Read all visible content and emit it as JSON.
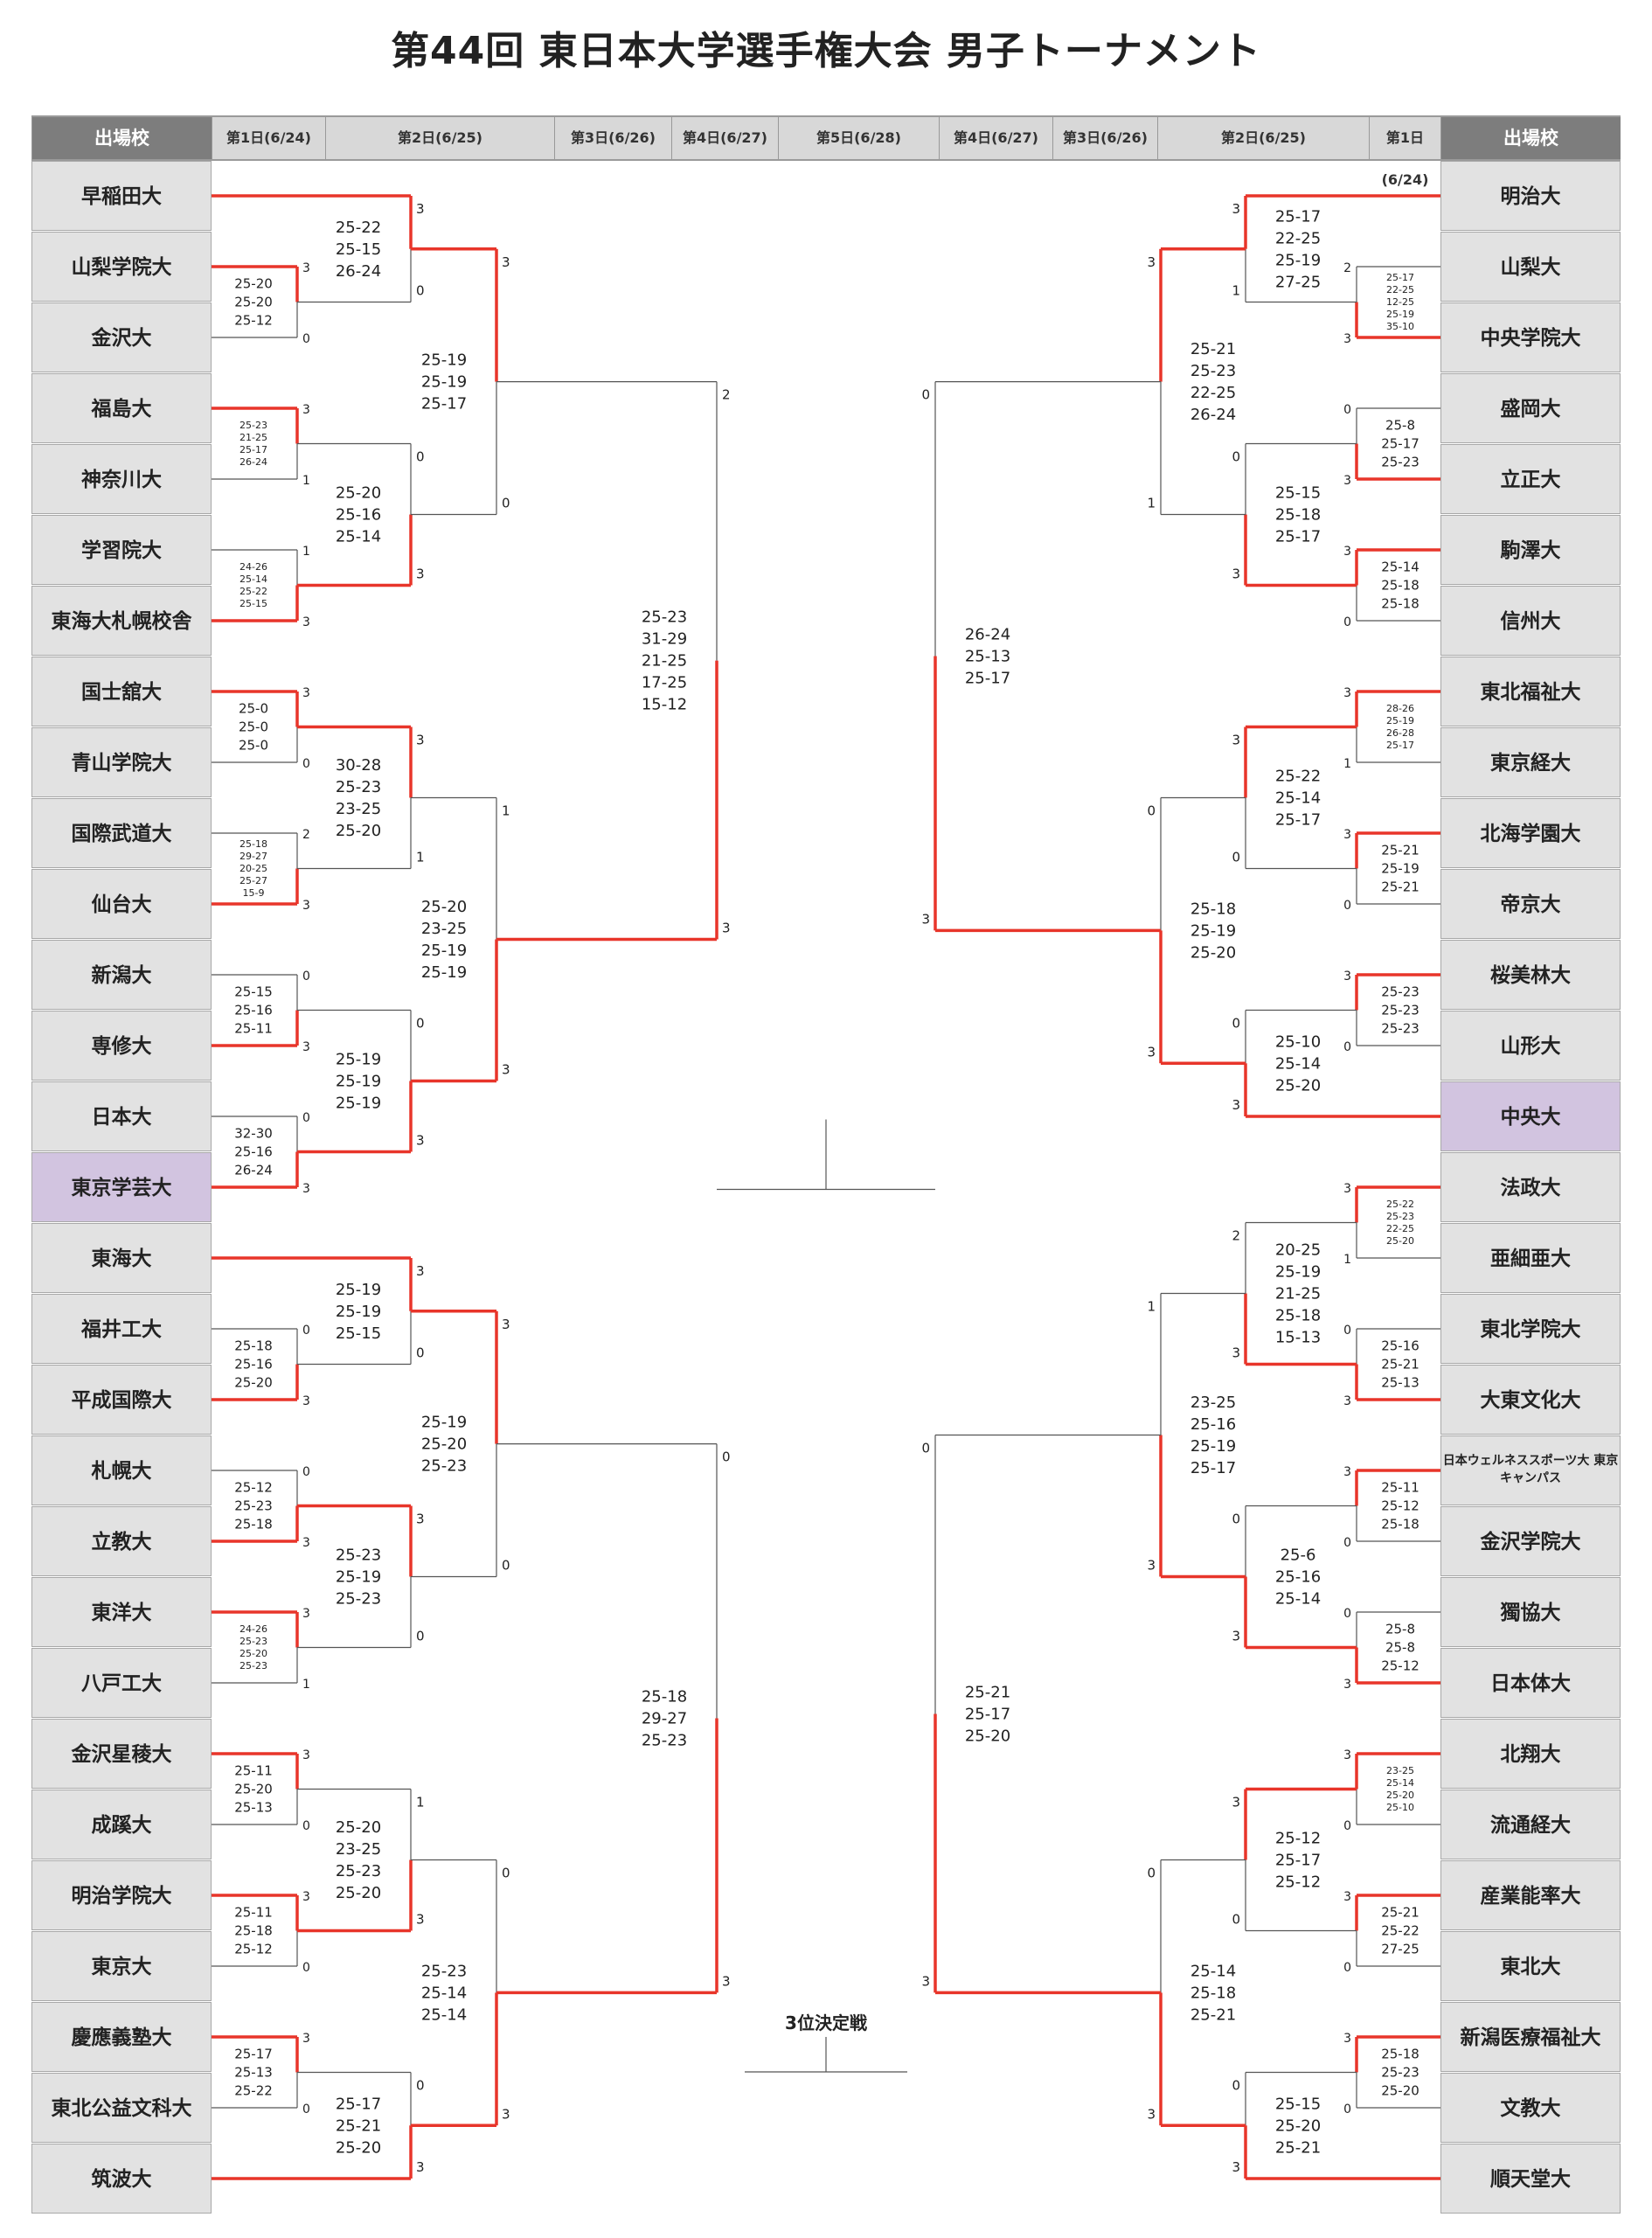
{
  "title": "第44回 東日本大学選手権大会 男子トーナメント",
  "header": {
    "side_label": "出場校",
    "left_days": [
      "第1日(6/24)",
      "第2日(6/25)",
      "第3日(6/26)",
      "第4日(6/27)"
    ],
    "center_day": "第5日(6/28)",
    "right_days": [
      "第4日(6/27)",
      "第3日(6/26)",
      "第2日(6/25)",
      "第1日(6/24)"
    ]
  },
  "third_place_label": "3位決定戦",
  "colors": {
    "winner_line": "#e8352a",
    "loser_line": "#555555",
    "highlight": "#d2c4e0",
    "team_bg": "#e2e2e2"
  },
  "left_teams": [
    "早稲田大",
    "山梨学院大",
    "金沢大",
    "福島大",
    "神奈川大",
    "学習院大",
    "東海大札幌校舎",
    "国士舘大",
    "青山学院大",
    "国際武道大",
    "仙台大",
    "新潟大",
    "専修大",
    "日本大",
    "東京学芸大",
    "東海大",
    "福井工大",
    "平成国際大",
    "札幌大",
    "立教大",
    "東洋大",
    "八戸工大",
    "金沢星稜大",
    "成蹊大",
    "明治学院大",
    "東京大",
    "慶應義塾大",
    "東北公益文科大",
    "筑波大"
  ],
  "right_teams": [
    "明治大",
    "山梨大",
    "中央学院大",
    "盛岡大",
    "立正大",
    "駒澤大",
    "信州大",
    "東北福祉大",
    "東京経大",
    "北海学園大",
    "帝京大",
    "桜美林大",
    "山形大",
    "中央大",
    "法政大",
    "亜細亜大",
    "東北学院大",
    "大東文化大",
    "日本ウェルネススポーツ大 東京キャンパス",
    "金沢学院大",
    "獨協大",
    "日本体大",
    "北翔大",
    "流通経大",
    "産業能率大",
    "東北大",
    "新潟医療福祉大",
    "文教大",
    "順天堂大"
  ],
  "highlighted": {
    "left": [
      "東京学芸大"
    ],
    "right": [
      "中央大"
    ]
  },
  "left_r1": [
    {
      "a": 1,
      "b": 2,
      "sa": "3",
      "sb": "0",
      "scores": [
        "25-20",
        "25-20",
        "25-12"
      ]
    },
    {
      "a": 3,
      "b": 4,
      "sa": "3",
      "sb": "1",
      "scores": [
        "25-23",
        "21-25",
        "25-17",
        "26-24"
      ]
    },
    {
      "a": 5,
      "b": 6,
      "sa": "1",
      "sb": "3",
      "scores": [
        "24-26",
        "25-14",
        "25-22",
        "25-15"
      ]
    },
    {
      "a": 7,
      "b": 8,
      "sa": "3",
      "sb": "0",
      "scores": [
        "25-0",
        "25-0",
        "25-0"
      ]
    },
    {
      "a": 9,
      "b": 10,
      "sa": "2",
      "sb": "3",
      "scores": [
        "25-18",
        "29-27",
        "20-25",
        "25-27",
        "15-9"
      ]
    },
    {
      "a": 11,
      "b": 12,
      "sa": "0",
      "sb": "3",
      "scores": [
        "25-15",
        "25-16",
        "25-11"
      ]
    },
    {
      "a": 13,
      "b": 14,
      "sa": "0",
      "sb": "3",
      "scores": [
        "32-30",
        "25-16",
        "26-24"
      ]
    },
    {
      "a": 16,
      "b": 17,
      "sa": "0",
      "sb": "3",
      "scores": [
        "25-18",
        "25-16",
        "25-20"
      ]
    },
    {
      "a": 18,
      "b": 19,
      "sa": "0",
      "sb": "3",
      "scores": [
        "25-12",
        "25-23",
        "25-18"
      ]
    },
    {
      "a": 20,
      "b": 21,
      "sa": "3",
      "sb": "1",
      "scores": [
        "24-26",
        "25-23",
        "25-20",
        "25-23"
      ]
    },
    {
      "a": 22,
      "b": 23,
      "sa": "3",
      "sb": "0",
      "scores": [
        "25-11",
        "25-20",
        "25-13"
      ]
    },
    {
      "a": 24,
      "b": 25,
      "sa": "3",
      "sb": "0",
      "scores": [
        "25-11",
        "25-18",
        "25-12"
      ]
    },
    {
      "a": 26,
      "b": 27,
      "sa": "3",
      "sb": "0",
      "scores": [
        "25-17",
        "25-13",
        "25-22"
      ]
    }
  ],
  "left_r2": [
    {
      "sa": "3",
      "sb": "0",
      "scores": [
        "25-22",
        "25-15",
        "26-24"
      ]
    },
    {
      "sa": "0",
      "sb": "3",
      "scores": [
        "25-20",
        "25-16",
        "25-14"
      ]
    },
    {
      "sa": "3",
      "sb": "1",
      "scores": [
        "30-28",
        "25-23",
        "23-25",
        "25-20"
      ]
    },
    {
      "sa": "0",
      "sb": "3",
      "scores": [
        "25-19",
        "25-19",
        "25-19"
      ]
    },
    {
      "sa": "3",
      "sb": "0",
      "scores": [
        "25-19",
        "25-19",
        "25-15"
      ]
    },
    {
      "sa": "3",
      "sb": "0",
      "scores": [
        "25-23",
        "25-19",
        "25-23"
      ]
    },
    {
      "sa": "1",
      "sb": "3",
      "scores": [
        "25-20",
        "23-25",
        "25-23",
        "25-20"
      ]
    },
    {
      "sa": "0",
      "sb": "3",
      "scores": [
        "25-17",
        "25-21",
        "25-20"
      ]
    }
  ],
  "left_r3": [
    {
      "sa": "3",
      "sb": "0",
      "scores": [
        "25-19",
        "25-19",
        "25-17"
      ]
    },
    {
      "sa": "1",
      "sb": "3",
      "scores": [
        "25-20",
        "23-25",
        "25-19",
        "25-19"
      ]
    },
    {
      "sa": "3",
      "sb": "0",
      "scores": [
        "25-19",
        "25-20",
        "25-23"
      ]
    },
    {
      "sa": "0",
      "sb": "3",
      "scores": [
        "25-23",
        "25-14",
        "25-14"
      ]
    }
  ],
  "left_r4": [
    {
      "sa": "2",
      "sb": "3",
      "scores": [
        "25-23",
        "31-29",
        "21-25",
        "17-25",
        "15-12"
      ]
    },
    {
      "sa": "0",
      "sb": "3",
      "scores": [
        "25-18",
        "29-27",
        "25-23"
      ]
    }
  ],
  "right_r1": [
    {
      "a": 1,
      "b": 2,
      "sa": "2",
      "sb": "3",
      "scores": [
        "25-17",
        "22-25",
        "12-25",
        "25-19",
        "35-10"
      ]
    },
    {
      "a": 3,
      "b": 4,
      "sa": "0",
      "sb": "3",
      "scores": [
        "25-8",
        "25-17",
        "25-23"
      ]
    },
    {
      "a": 5,
      "b": 6,
      "sa": "3",
      "sb": "0",
      "scores": [
        "25-14",
        "25-18",
        "25-18"
      ]
    },
    {
      "a": 7,
      "b": 8,
      "sa": "3",
      "sb": "1",
      "scores": [
        "28-26",
        "25-19",
        "26-28",
        "25-17"
      ]
    },
    {
      "a": 9,
      "b": 10,
      "sa": "3",
      "sb": "0",
      "scores": [
        "25-21",
        "25-19",
        "25-21"
      ]
    },
    {
      "a": 11,
      "b": 12,
      "sa": "3",
      "sb": "0",
      "scores": [
        "25-23",
        "25-23",
        "25-23"
      ]
    },
    {
      "a": 14,
      "b": 15,
      "sa": "3",
      "sb": "1",
      "scores": [
        "25-22",
        "25-23",
        "22-25",
        "25-20"
      ]
    },
    {
      "a": 16,
      "b": 17,
      "sa": "0",
      "sb": "3",
      "scores": [
        "25-16",
        "25-21",
        "25-13"
      ]
    },
    {
      "a": 18,
      "b": 19,
      "sa": "3",
      "sb": "0",
      "scores": [
        "25-11",
        "25-12",
        "25-18"
      ]
    },
    {
      "a": 20,
      "b": 21,
      "sa": "0",
      "sb": "3",
      "scores": [
        "25-8",
        "25-8",
        "25-12"
      ]
    },
    {
      "a": 22,
      "b": 23,
      "sa": "3",
      "sb": "0",
      "scores": [
        "23-25",
        "25-14",
        "25-20",
        "25-10"
      ]
    },
    {
      "a": 24,
      "b": 25,
      "sa": "3",
      "sb": "0",
      "scores": [
        "25-21",
        "25-22",
        "27-25"
      ]
    },
    {
      "a": 26,
      "b": 27,
      "sa": "3",
      "sb": "0",
      "scores": [
        "25-18",
        "25-23",
        "25-20"
      ]
    }
  ],
  "right_r2": [
    {
      "sa": "3",
      "sb": "1",
      "scores": [
        "25-17",
        "22-25",
        "25-19",
        "27-25"
      ]
    },
    {
      "sa": "0",
      "sb": "3",
      "scores": [
        "25-15",
        "25-18",
        "25-17"
      ]
    },
    {
      "sa": "3",
      "sb": "0",
      "scores": [
        "25-22",
        "25-14",
        "25-17"
      ]
    },
    {
      "sa": "0",
      "sb": "3",
      "scores": [
        "25-10",
        "25-14",
        "25-20"
      ]
    },
    {
      "sa": "2",
      "sb": "3",
      "scores": [
        "20-25",
        "25-19",
        "21-25",
        "25-18",
        "15-13"
      ]
    },
    {
      "sa": "0",
      "sb": "3",
      "scores": [
        "25-6",
        "25-16",
        "25-14"
      ]
    },
    {
      "sa": "3",
      "sb": "0",
      "scores": [
        "25-12",
        "25-17",
        "25-12"
      ]
    },
    {
      "sa": "0",
      "sb": "3",
      "scores": [
        "25-15",
        "25-20",
        "25-21"
      ]
    }
  ],
  "right_r3": [
    {
      "sa": "3",
      "sb": "1",
      "scores": [
        "25-21",
        "25-23",
        "22-25",
        "26-24"
      ]
    },
    {
      "sa": "0",
      "sb": "3",
      "scores": [
        "25-18",
        "25-19",
        "25-20"
      ]
    },
    {
      "sa": "1",
      "sb": "3",
      "scores": [
        "23-25",
        "25-16",
        "25-19",
        "25-17"
      ]
    },
    {
      "sa": "0",
      "sb": "3",
      "scores": [
        "25-14",
        "25-18",
        "25-21"
      ]
    }
  ],
  "right_r4": [
    {
      "sa": "0",
      "sb": "3",
      "scores": [
        "26-24",
        "25-13",
        "25-17"
      ]
    },
    {
      "sa": "0",
      "sb": "3",
      "scores": [
        "25-21",
        "25-17",
        "25-20"
      ]
    }
  ]
}
